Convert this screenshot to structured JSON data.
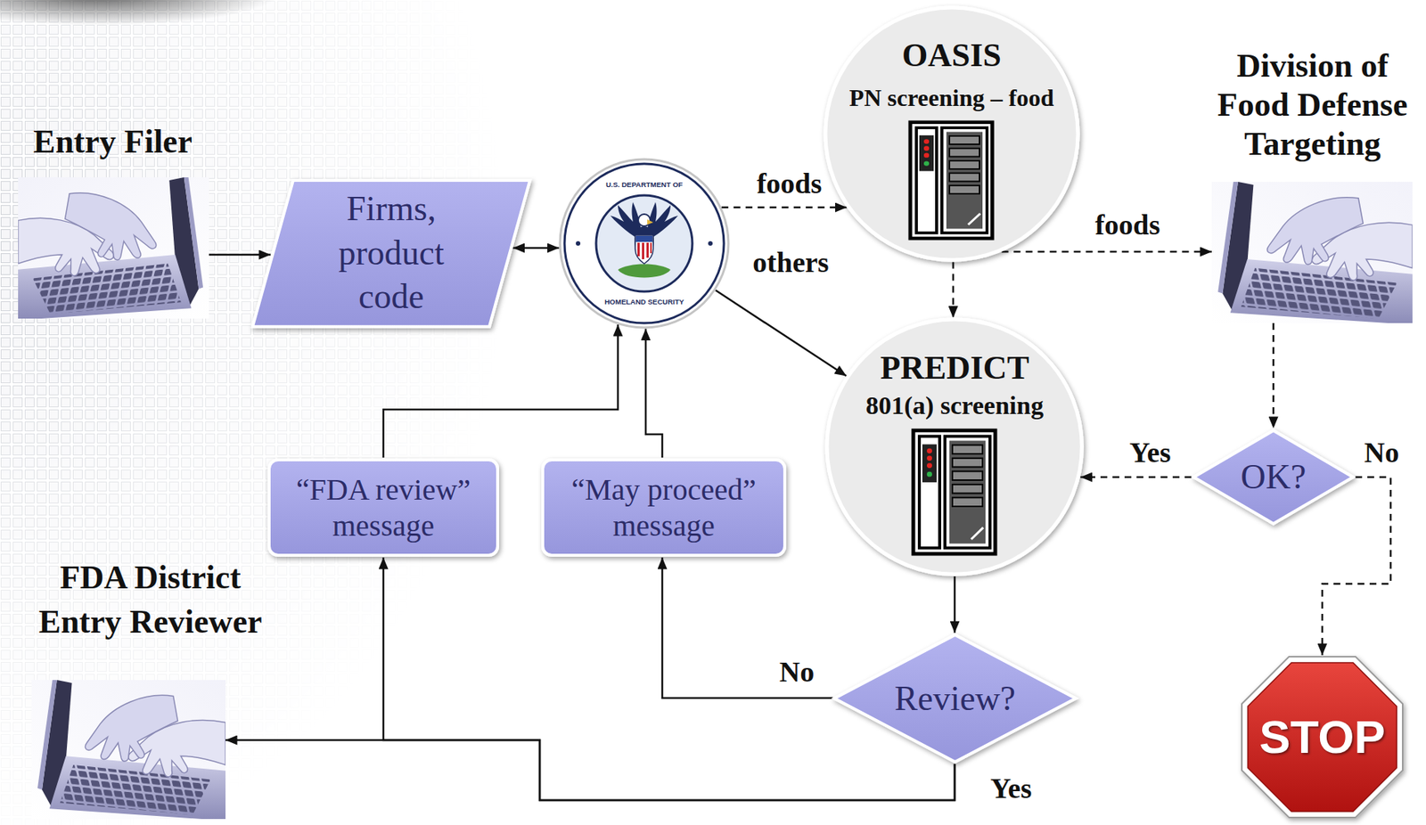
{
  "diagram": {
    "nodes": [
      {
        "text": [
          "Entry Filer"
        ]
      },
      {
        "text": [
          "Firms, product code"
        ]
      },
      {
        "text": [
          "U.S. DEPARTMENT OF",
          "HOMELAND SECURITY"
        ]
      },
      {
        "text": [
          "OASIS",
          "PN screening – food"
        ]
      },
      {
        "text": [
          "Division of Food Defense Targeting"
        ]
      },
      {
        "text": [
          "PREDICT",
          "801(a) screening"
        ]
      },
      {
        "text": [
          "“FDA review” message"
        ]
      },
      {
        "text": [
          "“May proceed” message"
        ]
      },
      {
        "text": [
          "OK?"
        ]
      },
      {
        "text": [
          "FDA District Entry Reviewer"
        ]
      },
      {
        "text": [
          "Review?"
        ]
      },
      {
        "text": [
          "STOP"
        ]
      }
    ],
    "edges": [
      {
        "from": 0,
        "to": 1,
        "arrow": "to"
      },
      {
        "from": 1,
        "to": 2,
        "arrow": "both"
      },
      {
        "from": 2,
        "to": 3,
        "label": "foods",
        "arrow": "to"
      },
      {
        "from": 2,
        "to": 5,
        "label": "others",
        "arrow": "to"
      },
      {
        "from": 3,
        "to": 4,
        "label": "foods",
        "arrow": "to"
      },
      {
        "from": 3,
        "to": 5,
        "arrow": "to"
      },
      {
        "from": 4,
        "to": 8,
        "arrow": "to"
      },
      {
        "from": 8,
        "to": 5,
        "label": "Yes",
        "arrow": "to"
      },
      {
        "from": 8,
        "to": 11,
        "label": "No",
        "arrow": "to"
      },
      {
        "from": 5,
        "to": 10,
        "arrow": "to"
      },
      {
        "from": 10,
        "to": 7,
        "label": "No",
        "arrow": "to"
      },
      {
        "from": 10,
        "to": 6,
        "label": "Yes",
        "arrow": "to"
      },
      {
        "from": 10,
        "to": 9,
        "arrow": "to"
      },
      {
        "from": 6,
        "to": 2,
        "arrow": "to"
      },
      {
        "from": 7,
        "to": 2,
        "arrow": "to"
      }
    ]
  }
}
